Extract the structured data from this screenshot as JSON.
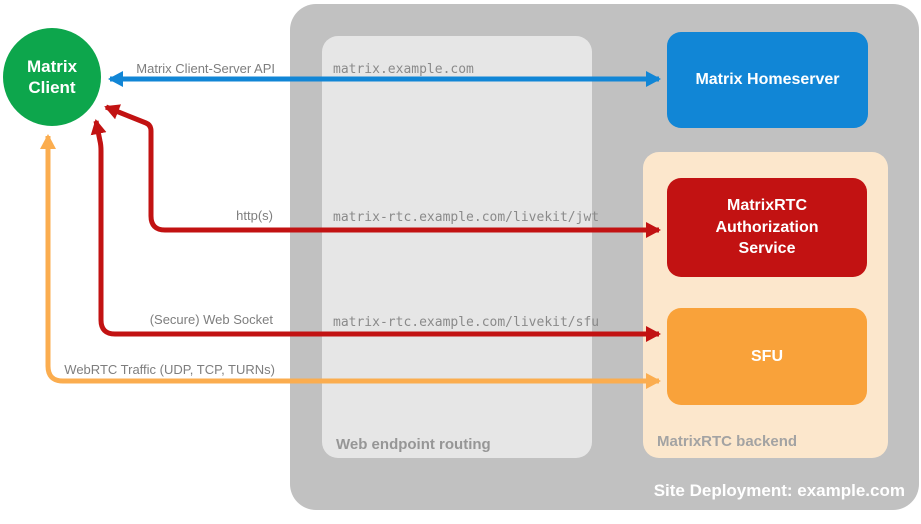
{
  "colors": {
    "client_green": "#0DA64C",
    "homeserver_blue": "#1186D6",
    "auth_red": "#C21212",
    "sfu_orange": "#F9A23A",
    "webrtc_orange": "#FBAD4F",
    "backend_peach": "#FCE7CC",
    "container_gray": "#C1C1C1",
    "routing_gray": "#E6E6E6"
  },
  "client": {
    "line1": "Matrix",
    "line2": "Client"
  },
  "homeserver": {
    "label": "Matrix Homeserver"
  },
  "auth_service": {
    "label": "MatrixRTC Authorization Service"
  },
  "sfu": {
    "label": "SFU"
  },
  "routing": {
    "title": "Web endpoint routing",
    "endpoints": [
      "matrix.example.com",
      "matrix-rtc.example.com/livekit/jwt",
      "matrix-rtc.example.com/livekit/sfu"
    ]
  },
  "backend": {
    "title": "MatrixRTC backend"
  },
  "container": {
    "title": "Site Deployment: example.com"
  },
  "arrows": {
    "client_server_api": "Matrix Client-Server API",
    "https": "http(s)",
    "websocket": "(Secure) Web Socket",
    "webrtc": "WebRTC Traffic (UDP, TCP, TURNs)"
  }
}
